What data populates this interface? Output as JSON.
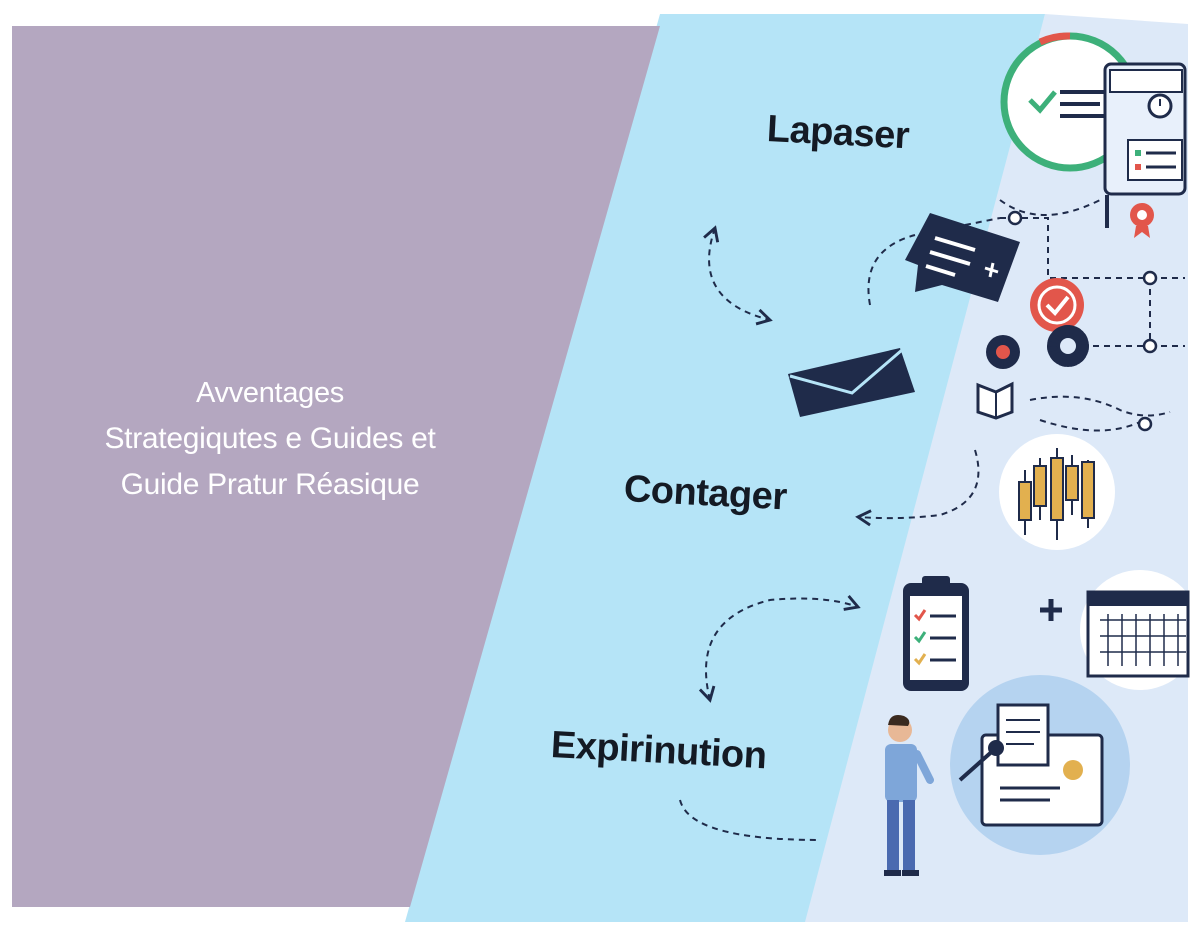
{
  "title": {
    "line1": "Avventages",
    "line2": "Strategiqutes e Guides et",
    "line3": "Guide Pratur Réasique"
  },
  "stages": [
    {
      "label": "Lapaser"
    },
    {
      "label": "Contager"
    },
    {
      "label": "Expirinution"
    }
  ],
  "colors": {
    "left_panel": "#b4a7c0",
    "middle_panel": "#b5e4f7",
    "right_panel": "#dde9f8",
    "navy": "#1f2b4a",
    "green": "#3db07a",
    "red": "#e2564b",
    "gold": "#e2b04f"
  },
  "icons": [
    "checklist-gauge-icon",
    "monitor-clock-icon",
    "gear-badge-icon",
    "chat-bubble-icon",
    "envelope-icon",
    "target-check-icon",
    "gears-icon",
    "book-icon",
    "candlestick-chart-icon",
    "clipboard-checklist-icon",
    "plus-icon",
    "keyboard-window-icon",
    "document-stack-icon",
    "person-icon"
  ]
}
